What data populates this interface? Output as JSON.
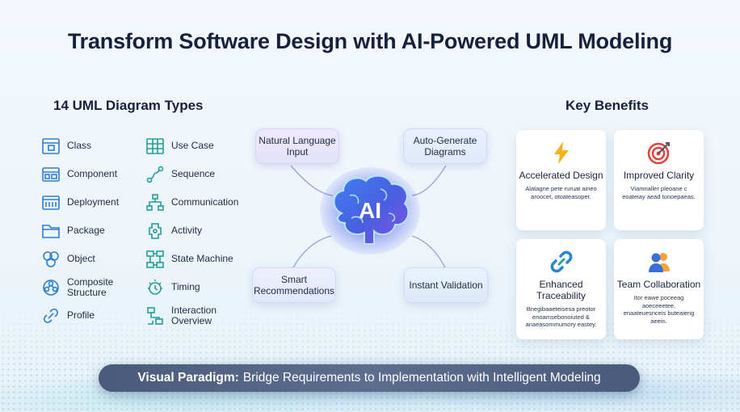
{
  "title": "Transform Software Design with AI-Powered UML Modeling",
  "uml_section": {
    "heading": "14 UML Diagram Types",
    "left_column": [
      {
        "label": "Class",
        "icon": "class-diagram-icon"
      },
      {
        "label": "Component",
        "icon": "component-diagram-icon"
      },
      {
        "label": "Deployment",
        "icon": "deployment-diagram-icon"
      },
      {
        "label": "Package",
        "icon": "package-diagram-icon"
      },
      {
        "label": "Object",
        "icon": "object-diagram-icon"
      },
      {
        "label": "Composite Structure",
        "icon": "composite-structure-icon"
      },
      {
        "label": "Profile",
        "icon": "profile-diagram-icon"
      }
    ],
    "right_column": [
      {
        "label": "Use Case",
        "icon": "use-case-diagram-icon"
      },
      {
        "label": "Sequence",
        "icon": "sequence-diagram-icon"
      },
      {
        "label": "Communication",
        "icon": "communication-diagram-icon"
      },
      {
        "label": "Activity",
        "icon": "activity-diagram-icon"
      },
      {
        "label": "State Machine",
        "icon": "state-machine-icon"
      },
      {
        "label": "Timing",
        "icon": "timing-diagram-icon"
      },
      {
        "label": "Interaction Overview",
        "icon": "interaction-overview-icon"
      }
    ]
  },
  "ai_hub": {
    "center_label": "AI",
    "features": [
      "Natural Language Input",
      "Auto-Generate Diagrams",
      "Smart Recommendations",
      "Instant Validation"
    ]
  },
  "benefits": {
    "heading": "Key Benefits",
    "cards": [
      {
        "title": "Accelerated Design",
        "icon": "lightning-icon",
        "desc": "Alatagne pete ruruat aineo aroocet, otoateasoper."
      },
      {
        "title": "Improved Clarity",
        "icon": "target-icon",
        "desc": "Viamnaller pleoane c eoateiay aead tunoepaeas."
      },
      {
        "title": "Enhanced Traceability",
        "icon": "link-icon",
        "desc": "Bnegibaaeteisesa preotor enoamsebonoiuted & anaeasommumory eastey."
      },
      {
        "title": "Team Collaboration",
        "icon": "team-icon",
        "desc": "Itor eawe poceeag aoeceeetee, enaateuesnceis buteaieng aeein."
      }
    ]
  },
  "banner": {
    "brand": "Visual Paradigm:",
    "text": "Bridge Requirements to Implementation with Intelligent Modeling"
  },
  "colors": {
    "icon_blue": "#2d7fd0",
    "icon_teal": "#1f9e9a",
    "title_dark": "#16213d",
    "banner_bg": "#52627f"
  }
}
